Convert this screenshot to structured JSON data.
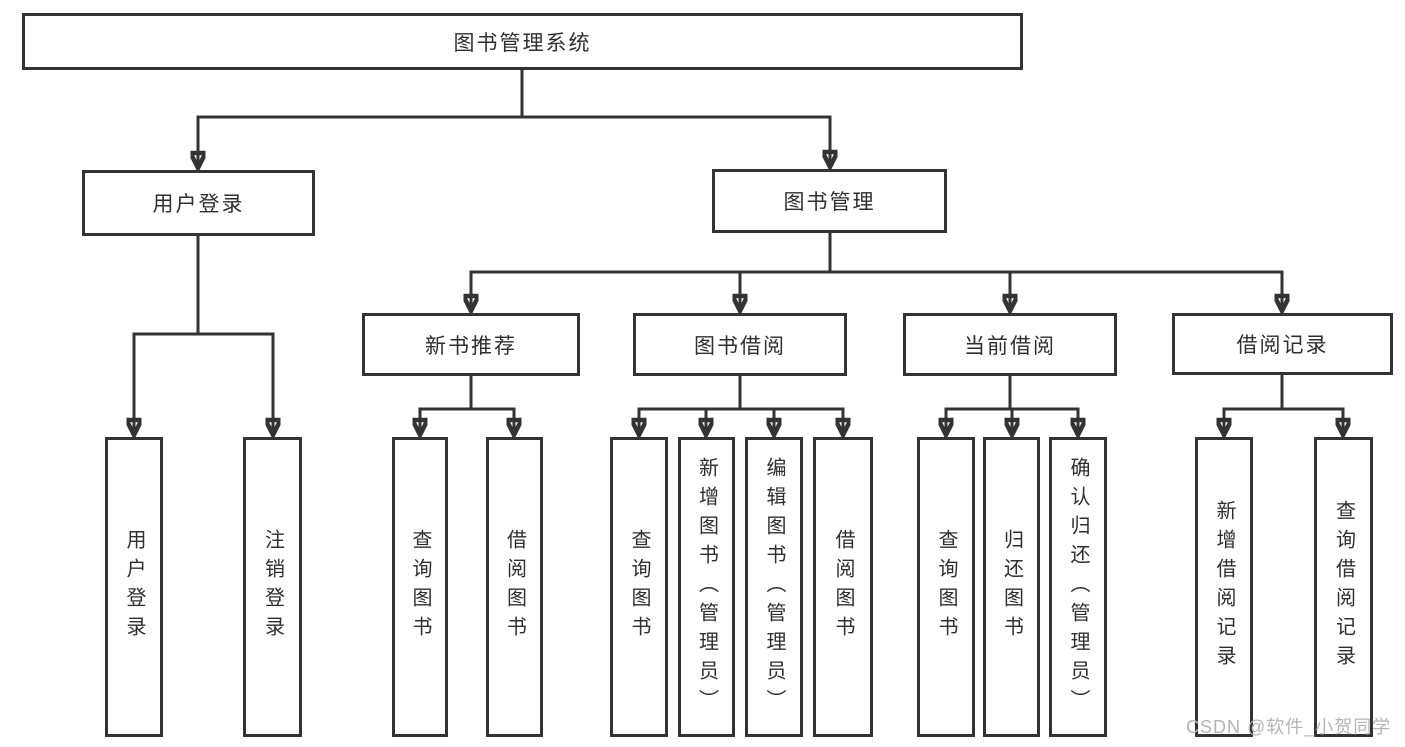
{
  "diagram": {
    "nodes": {
      "root": {
        "label": "图书管理系统"
      },
      "user_login": {
        "label": "用户登录"
      },
      "book_mgmt": {
        "label": "图书管理"
      },
      "new_book_rec": {
        "label": "新书推荐"
      },
      "book_borrow": {
        "label": "图书借阅"
      },
      "current_borrow": {
        "label": "当前借阅"
      },
      "borrow_record": {
        "label": "借阅记录"
      },
      "leaf_user_login": {
        "label": "用户登录"
      },
      "leaf_logout": {
        "label": "注销登录"
      },
      "leaf_query_book_rec": {
        "label": "查询图书"
      },
      "leaf_borrow_book_rec": {
        "label": "借阅图书"
      },
      "leaf_query_book_borrow": {
        "label": "查询图书"
      },
      "leaf_add_book_admin": {
        "label": "新增图书（管理员）"
      },
      "leaf_edit_book_admin": {
        "label": "编辑图书（管理员）"
      },
      "leaf_borrow_book_borrow": {
        "label": "借阅图书"
      },
      "leaf_query_book_current": {
        "label": "查询图书"
      },
      "leaf_return_book": {
        "label": "归还图书"
      },
      "leaf_confirm_return_admin": {
        "label": "确认归还（管理员）"
      },
      "leaf_add_borrow_record": {
        "label": "新增借阅记录"
      },
      "leaf_query_borrow_record": {
        "label": "查询借阅记录"
      }
    },
    "colors": {
      "line": "#333333",
      "text": "#2f2f2f",
      "box_bg": "#ffffff",
      "watermark": "#b5b5b5"
    }
  },
  "watermark": {
    "text": "CSDN @软件_小贺同学"
  }
}
